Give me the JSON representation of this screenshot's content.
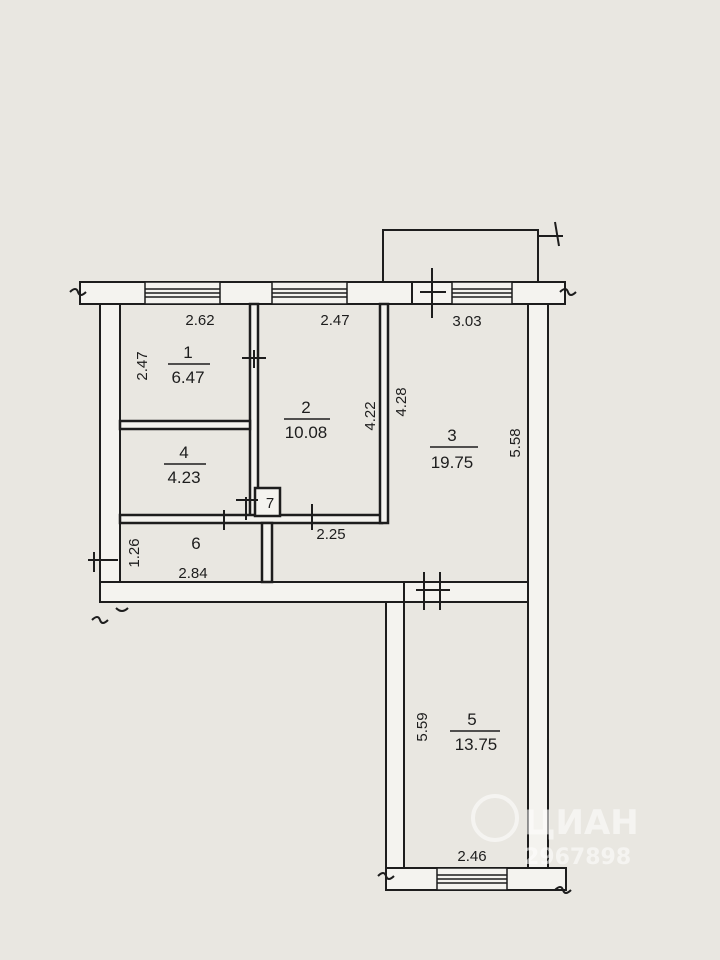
{
  "rooms": [
    {
      "number": "1",
      "area": "6.47"
    },
    {
      "number": "2",
      "area": "10.08"
    },
    {
      "number": "3",
      "area": "19.75"
    },
    {
      "number": "4",
      "area": "4.23"
    },
    {
      "number": "5",
      "area": "13.75"
    },
    {
      "number": "6",
      "area": ""
    },
    {
      "number": "7",
      "area": ""
    }
  ],
  "dimensions": {
    "room1_width": "2.62",
    "room1_depth": "2.47",
    "room2_width": "2.47",
    "room2_depth": "4.22",
    "room3_width": "3.03",
    "room3_left_depth": "4.28",
    "room3_depth": "5.58",
    "hall_width": "2.84",
    "hall_depth": "1.26",
    "corridor_width": "2.25",
    "room5_depth": "5.59",
    "room5_width": "2.46"
  },
  "watermark": {
    "brand": "ЦИАН",
    "id": "2967898"
  },
  "colors": {
    "paper": "#e9e7e1",
    "line": "#1d1d1d",
    "wall_fill": "#f4f3ef"
  }
}
